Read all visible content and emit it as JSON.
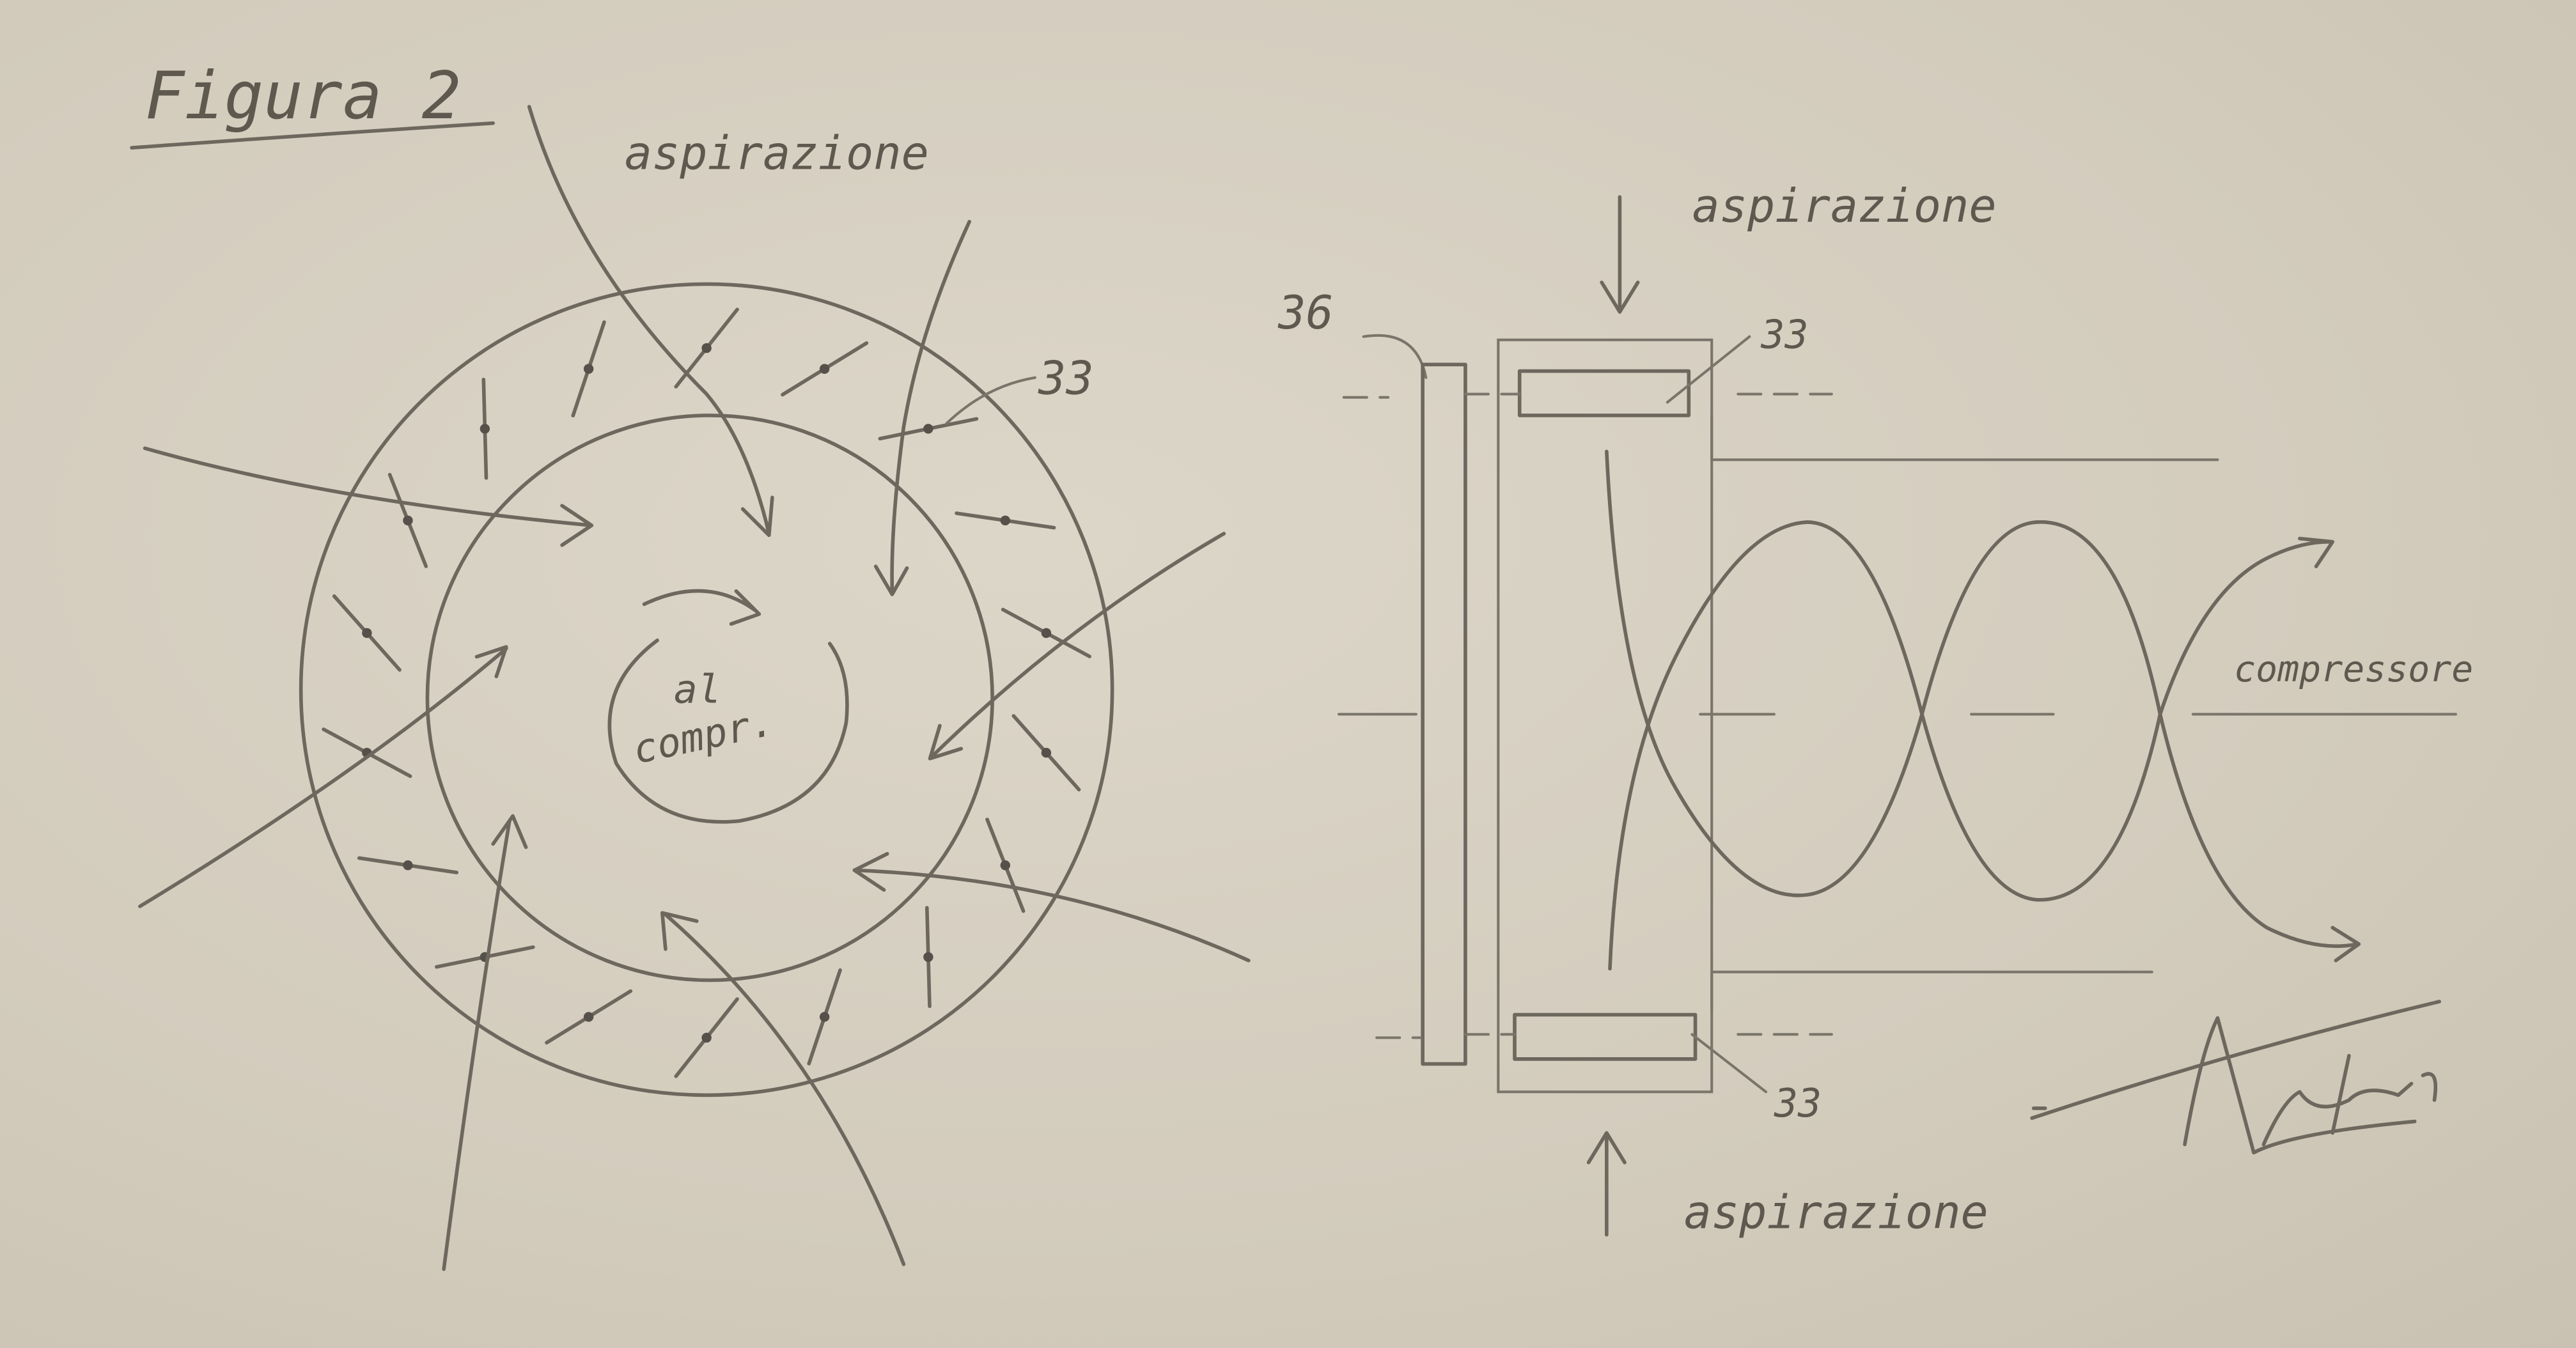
{
  "title": "Figura 2",
  "left_view": {
    "inlet_label": "aspirazione",
    "center_label_line1": "al",
    "center_label_line2": "compr.",
    "vane_ref": "33"
  },
  "right_view": {
    "top_inlet_label": "aspirazione",
    "bottom_inlet_label": "aspirazione",
    "shaft_ref": "36",
    "top_vane_ref": "33",
    "bottom_vane_ref": "33",
    "outlet_label": "compressore"
  },
  "signature": "Antonio #27",
  "colors": {
    "paper": "#d6d0c2",
    "pencil": "#6d675e"
  }
}
